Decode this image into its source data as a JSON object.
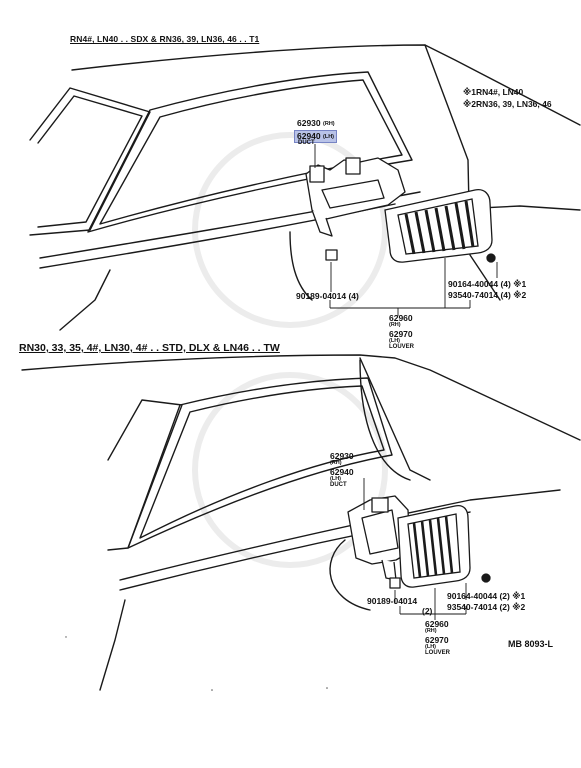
{
  "top": {
    "header": "RN4#, LN40 . . SDX & RN36, 39, LN36, 46 . . T1",
    "notes": [
      "※1RN4#, LN40",
      "※2RN36, 39, LN36, 46"
    ],
    "duct": {
      "rh": "62930",
      "rh_tag": "(RH)",
      "lh": "62940",
      "lh_tag": "(LH)",
      "name": "DUCT"
    },
    "screw": "90164-40044 (4) ※1",
    "screw2": "93540-74014 (4) ※2",
    "clip": "90189-04014 (4)",
    "louver": {
      "rh": "62960",
      "rh_tag": "(RH)",
      "lh": "62970",
      "lh_tag": "(LH)",
      "name": "LOUVER"
    }
  },
  "bottom": {
    "header": "RN30, 33, 35, 4#, LN30, 4# . . STD, DLX & LN46 . . TW",
    "duct": {
      "rh": "62930",
      "rh_tag": "(RH)",
      "lh": "62940",
      "lh_tag": "(LH)",
      "name": "DUCT"
    },
    "screw": "90164-40044 (2) ※1",
    "screw2": "93540-74014 (2) ※2",
    "clip": "90189-04014",
    "clip_qty": "(2)",
    "louver": {
      "rh": "62960",
      "rh_tag": "(RH)",
      "lh": "62970",
      "lh_tag": "(LH)",
      "name": "LOUVER"
    }
  },
  "ref": "MB 8093-L",
  "colors": {
    "line": "#1a1a1a",
    "highlight": "#b9c3e8"
  }
}
